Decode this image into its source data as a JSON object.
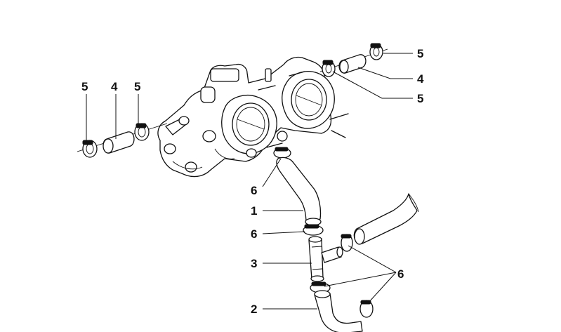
{
  "diagram": {
    "callouts": [
      {
        "id": "c5a",
        "text": "5"
      },
      {
        "id": "c4a",
        "text": "4"
      },
      {
        "id": "c5b",
        "text": "5"
      },
      {
        "id": "c5c",
        "text": "5"
      },
      {
        "id": "c4b",
        "text": "4"
      },
      {
        "id": "c5d",
        "text": "5"
      },
      {
        "id": "c6a",
        "text": "6"
      },
      {
        "id": "c1",
        "text": "1"
      },
      {
        "id": "c6b",
        "text": "6"
      },
      {
        "id": "c3",
        "text": "3"
      },
      {
        "id": "c2",
        "text": "2"
      },
      {
        "id": "c6c",
        "text": "6"
      }
    ]
  }
}
